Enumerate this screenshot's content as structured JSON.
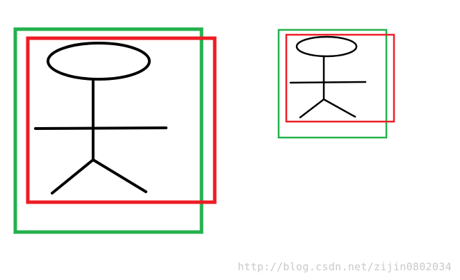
{
  "watermark": "http://blog.csdn.net/zijin0802034",
  "colors": {
    "background": "#ffffff",
    "green_box": "#22b14c",
    "red_box": "#ed1c24",
    "figure": "#000000",
    "watermark": "#c9c9c9"
  },
  "figures": [
    {
      "name": "large-stick-figure",
      "boxes": [
        "green",
        "red"
      ]
    },
    {
      "name": "small-stick-figure",
      "boxes": [
        "green",
        "red"
      ]
    }
  ]
}
